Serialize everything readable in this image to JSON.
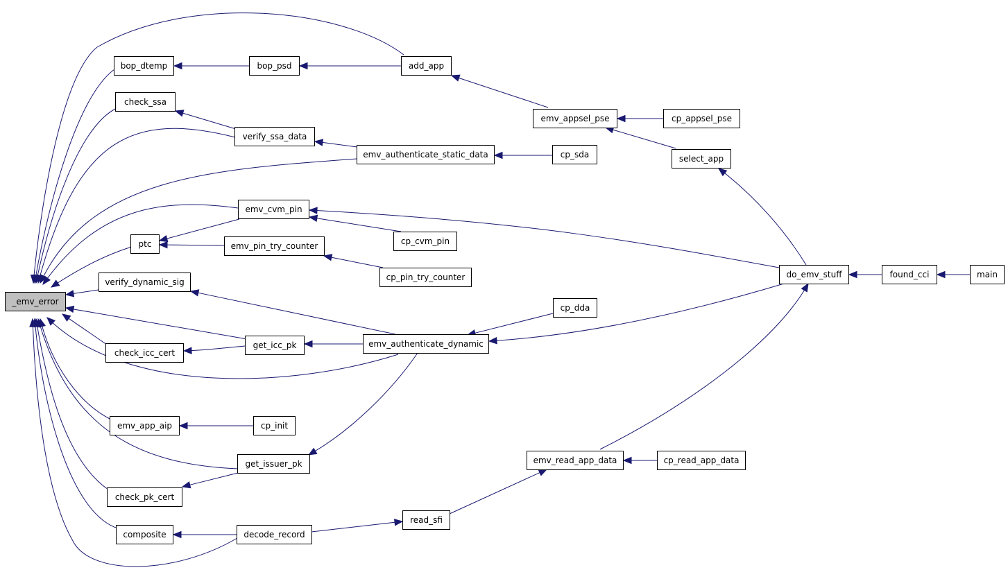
{
  "nodes": [
    {
      "id": "emv_error",
      "label": "_emv_error",
      "root": true
    },
    {
      "id": "bop_dtemp",
      "label": "bop_dtemp"
    },
    {
      "id": "bop_psd",
      "label": "bop_psd"
    },
    {
      "id": "add_app",
      "label": "add_app"
    },
    {
      "id": "check_ssa",
      "label": "check_ssa"
    },
    {
      "id": "verify_ssa_data",
      "label": "verify_ssa_data"
    },
    {
      "id": "emv_appsel_pse",
      "label": "emv_appsel_pse"
    },
    {
      "id": "cp_appsel_pse",
      "label": "cp_appsel_pse"
    },
    {
      "id": "emv_authenticate_static_data",
      "label": "emv_authenticate_static_data"
    },
    {
      "id": "cp_sda",
      "label": "cp_sda"
    },
    {
      "id": "select_app",
      "label": "select_app"
    },
    {
      "id": "emv_cvm_pin",
      "label": "emv_cvm_pin"
    },
    {
      "id": "cp_cvm_pin",
      "label": "cp_cvm_pin"
    },
    {
      "id": "ptc",
      "label": "ptc"
    },
    {
      "id": "emv_pin_try_counter",
      "label": "emv_pin_try_counter"
    },
    {
      "id": "cp_pin_try_counter",
      "label": "cp_pin_try_counter"
    },
    {
      "id": "verify_dynamic_sig",
      "label": "verify_dynamic_sig"
    },
    {
      "id": "do_emv_stuff",
      "label": "do_emv_stuff"
    },
    {
      "id": "found_cci",
      "label": "found_cci"
    },
    {
      "id": "main",
      "label": "main"
    },
    {
      "id": "cp_dda",
      "label": "cp_dda"
    },
    {
      "id": "check_icc_cert",
      "label": "check_icc_cert"
    },
    {
      "id": "get_icc_pk",
      "label": "get_icc_pk"
    },
    {
      "id": "emv_authenticate_dynamic",
      "label": "emv_authenticate_dynamic"
    },
    {
      "id": "emv_app_aip",
      "label": "emv_app_aip"
    },
    {
      "id": "cp_init",
      "label": "cp_init"
    },
    {
      "id": "get_issuer_pk",
      "label": "get_issuer_pk"
    },
    {
      "id": "emv_read_app_data",
      "label": "emv_read_app_data"
    },
    {
      "id": "cp_read_app_data",
      "label": "cp_read_app_data"
    },
    {
      "id": "check_pk_cert",
      "label": "check_pk_cert"
    },
    {
      "id": "read_sfi",
      "label": "read_sfi"
    },
    {
      "id": "composite",
      "label": "composite"
    },
    {
      "id": "decode_record",
      "label": "decode_record"
    }
  ],
  "edges": [
    {
      "from": "add_app",
      "to": "emv_error"
    },
    {
      "from": "bop_dtemp",
      "to": "emv_error"
    },
    {
      "from": "check_ssa",
      "to": "emv_error"
    },
    {
      "from": "verify_ssa_data",
      "to": "emv_error"
    },
    {
      "from": "emv_authenticate_static_data",
      "to": "emv_error"
    },
    {
      "from": "emv_cvm_pin",
      "to": "emv_error"
    },
    {
      "from": "ptc",
      "to": "emv_error"
    },
    {
      "from": "verify_dynamic_sig",
      "to": "emv_error"
    },
    {
      "from": "get_icc_pk",
      "to": "emv_error"
    },
    {
      "from": "check_icc_cert",
      "to": "emv_error"
    },
    {
      "from": "emv_authenticate_dynamic",
      "to": "emv_error"
    },
    {
      "from": "emv_app_aip",
      "to": "emv_error"
    },
    {
      "from": "get_issuer_pk",
      "to": "emv_error"
    },
    {
      "from": "check_pk_cert",
      "to": "emv_error"
    },
    {
      "from": "composite",
      "to": "emv_error"
    },
    {
      "from": "decode_record",
      "to": "emv_error"
    },
    {
      "from": "bop_psd",
      "to": "bop_dtemp"
    },
    {
      "from": "add_app",
      "to": "bop_psd"
    },
    {
      "from": "emv_appsel_pse",
      "to": "add_app"
    },
    {
      "from": "verify_ssa_data",
      "to": "check_ssa"
    },
    {
      "from": "emv_authenticate_static_data",
      "to": "verify_ssa_data"
    },
    {
      "from": "cp_appsel_pse",
      "to": "emv_appsel_pse"
    },
    {
      "from": "select_app",
      "to": "emv_appsel_pse"
    },
    {
      "from": "cp_sda",
      "to": "emv_authenticate_static_data"
    },
    {
      "from": "do_emv_stuff",
      "to": "select_app"
    },
    {
      "from": "emv_cvm_pin",
      "to": "ptc"
    },
    {
      "from": "emv_pin_try_counter",
      "to": "ptc"
    },
    {
      "from": "cp_cvm_pin",
      "to": "emv_cvm_pin"
    },
    {
      "from": "do_emv_stuff",
      "to": "emv_cvm_pin"
    },
    {
      "from": "cp_pin_try_counter",
      "to": "emv_pin_try_counter"
    },
    {
      "from": "emv_authenticate_dynamic",
      "to": "verify_dynamic_sig"
    },
    {
      "from": "found_cci",
      "to": "do_emv_stuff"
    },
    {
      "from": "main",
      "to": "found_cci"
    },
    {
      "from": "cp_dda",
      "to": "emv_authenticate_dynamic"
    },
    {
      "from": "do_emv_stuff",
      "to": "emv_authenticate_dynamic"
    },
    {
      "from": "get_icc_pk",
      "to": "check_icc_cert"
    },
    {
      "from": "emv_authenticate_dynamic",
      "to": "get_icc_pk"
    },
    {
      "from": "emv_authenticate_dynamic",
      "to": "get_issuer_pk"
    },
    {
      "from": "cp_init",
      "to": "emv_app_aip"
    },
    {
      "from": "get_issuer_pk",
      "to": "check_pk_cert"
    },
    {
      "from": "cp_read_app_data",
      "to": "emv_read_app_data"
    },
    {
      "from": "emv_read_app_data",
      "to": "do_emv_stuff"
    },
    {
      "from": "read_sfi",
      "to": "emv_read_app_data"
    },
    {
      "from": "decode_record",
      "to": "read_sfi"
    },
    {
      "from": "decode_record",
      "to": "composite"
    }
  ],
  "colors": {
    "edge": "#191970",
    "root_fill": "#bfbfbf",
    "node_fill": "#ffffff",
    "node_stroke": "#000000"
  }
}
